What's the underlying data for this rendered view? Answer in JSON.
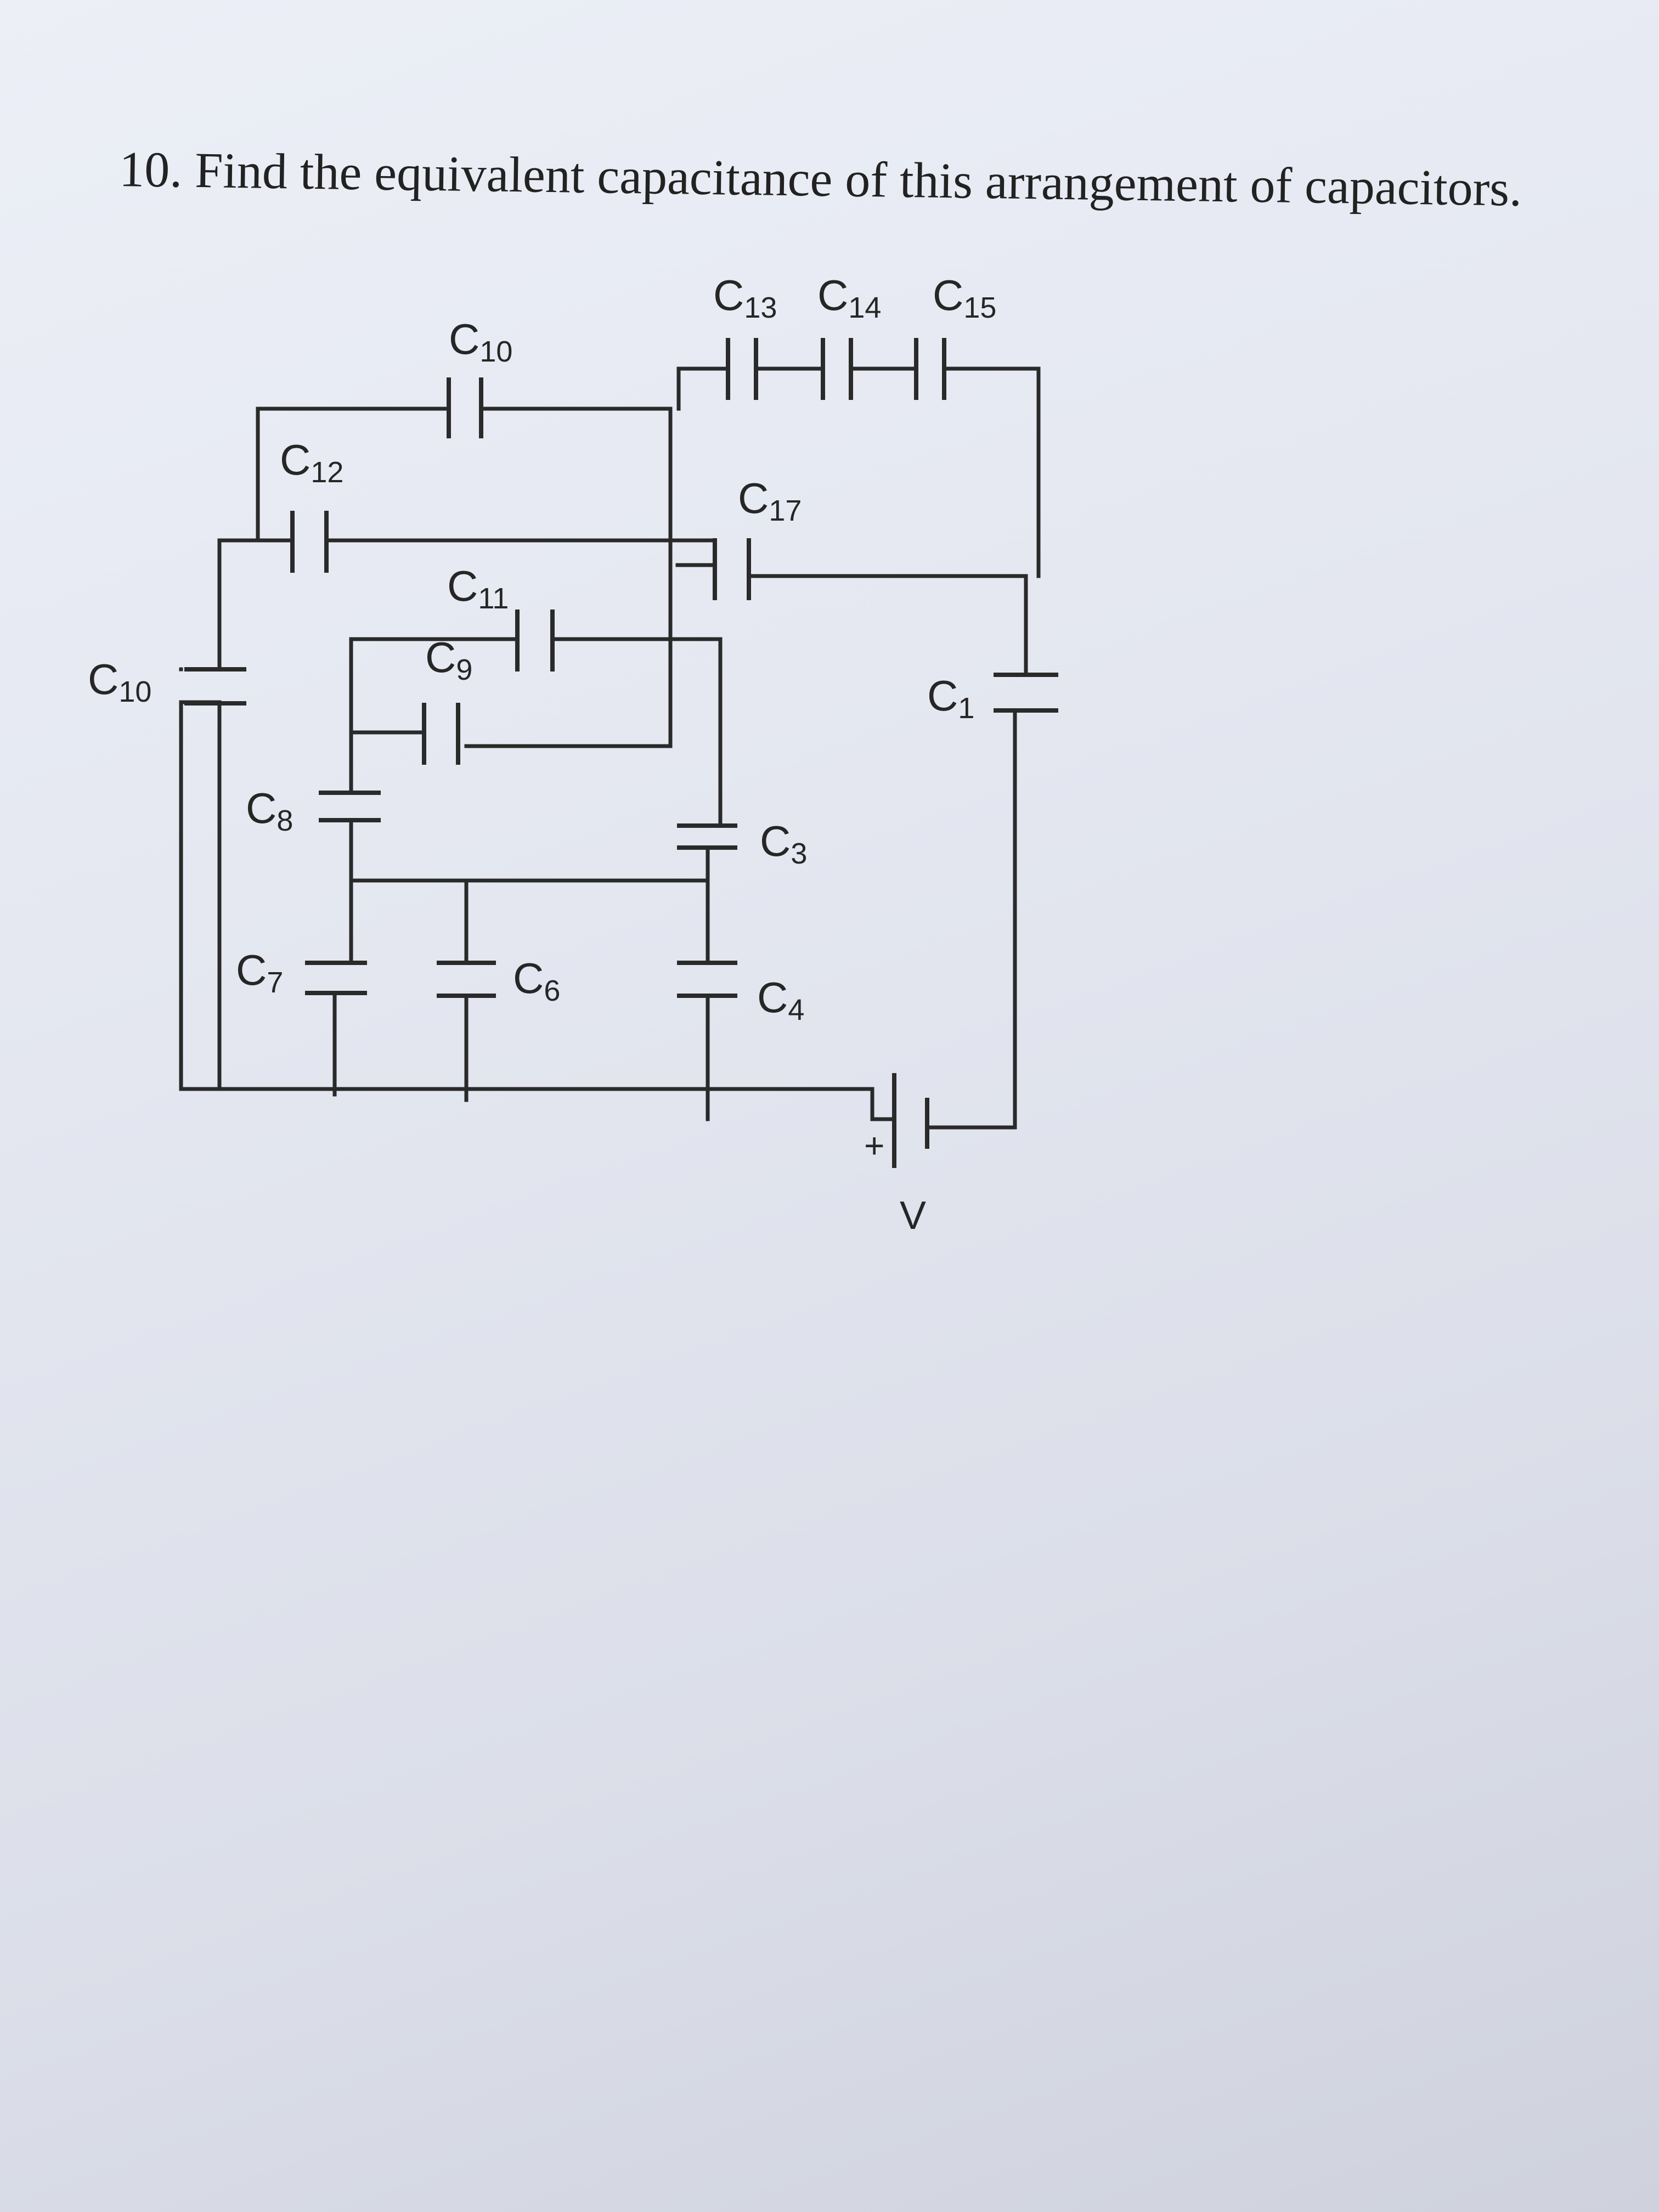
{
  "question": {
    "text": "10. Find the equivalent capacitance of this arrangement of capacitors."
  },
  "diagram": {
    "labels": {
      "c1": {
        "base": "C",
        "sub": "1"
      },
      "c3": {
        "base": "C",
        "sub": "3"
      },
      "c4": {
        "base": "C",
        "sub": "4"
      },
      "c6": {
        "base": "C",
        "sub": "6"
      },
      "c7": {
        "base": "C",
        "sub": "7"
      },
      "c8": {
        "base": "C",
        "sub": "8"
      },
      "c9": {
        "base": "C",
        "sub": "9"
      },
      "c10_top": {
        "base": "C",
        "sub": "10"
      },
      "c10_left": {
        "base": "C",
        "sub": "10"
      },
      "c11": {
        "base": "C",
        "sub": "11"
      },
      "c12": {
        "base": "C",
        "sub": "12"
      },
      "c13": {
        "base": "C",
        "sub": "13"
      },
      "c14": {
        "base": "C",
        "sub": "14"
      },
      "c15": {
        "base": "C",
        "sub": "15"
      },
      "c17": {
        "base": "C",
        "sub": "17"
      },
      "battery_plus": "+",
      "battery_v": "V"
    }
  }
}
